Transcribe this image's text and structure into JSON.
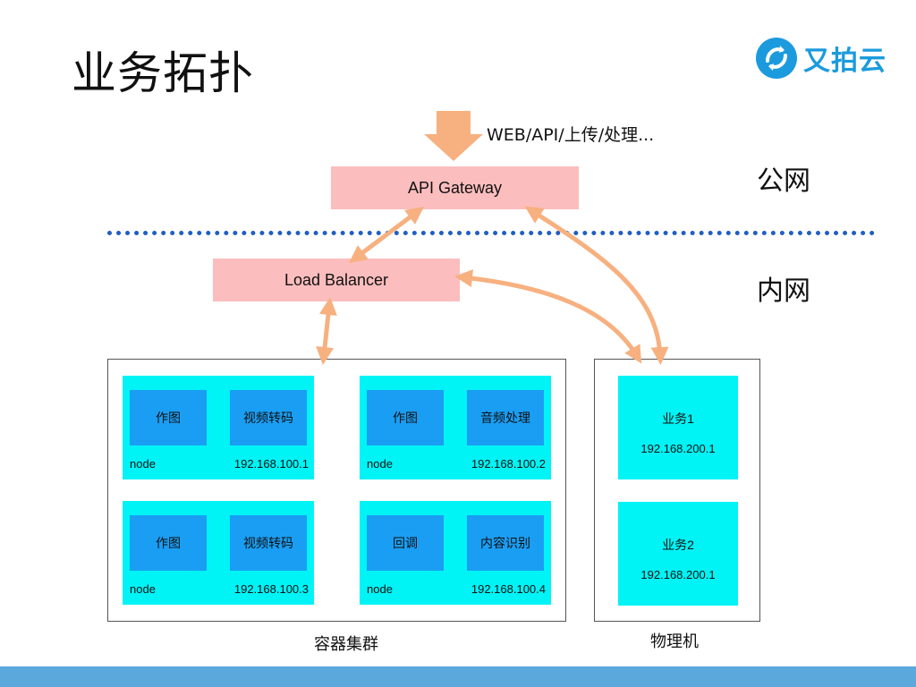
{
  "slide": {
    "title": "业务拓扑",
    "logo_text": "又拍云",
    "entry_text": "WEB/API/上传/处理...",
    "zone_public": "公网",
    "zone_private": "内网",
    "gateway_label": "API Gateway",
    "lb_label": "Load Balancer"
  },
  "cluster": {
    "caption": "容器集群",
    "nodes": [
      {
        "label": "node",
        "ip": "192.168.100.1",
        "services": [
          "作图",
          "视频转码"
        ]
      },
      {
        "label": "node",
        "ip": "192.168.100.2",
        "services": [
          "作图",
          "音频处理"
        ]
      },
      {
        "label": "node",
        "ip": "192.168.100.3",
        "services": [
          "作图",
          "视频转码"
        ]
      },
      {
        "label": "node",
        "ip": "192.168.100.4",
        "services": [
          "回调",
          "内容识别"
        ]
      }
    ]
  },
  "physical": {
    "caption": "物理机",
    "businesses": [
      {
        "name": "业务1",
        "ip": "192.168.200.1"
      },
      {
        "name": "业务2",
        "ip": "192.168.200.1"
      }
    ]
  },
  "colors": {
    "arrow": "#f7b07f",
    "pink_box": "#fbbdbd",
    "node_bg": "#00f3f5",
    "service_bg": "#1a9ef4",
    "divider": "#1f5fc1",
    "footer": "#5ba8dc",
    "brand": "#1b9bdd"
  },
  "icons": {
    "logo": "upyun-logo-icon",
    "entry": "down-arrow-icon"
  }
}
